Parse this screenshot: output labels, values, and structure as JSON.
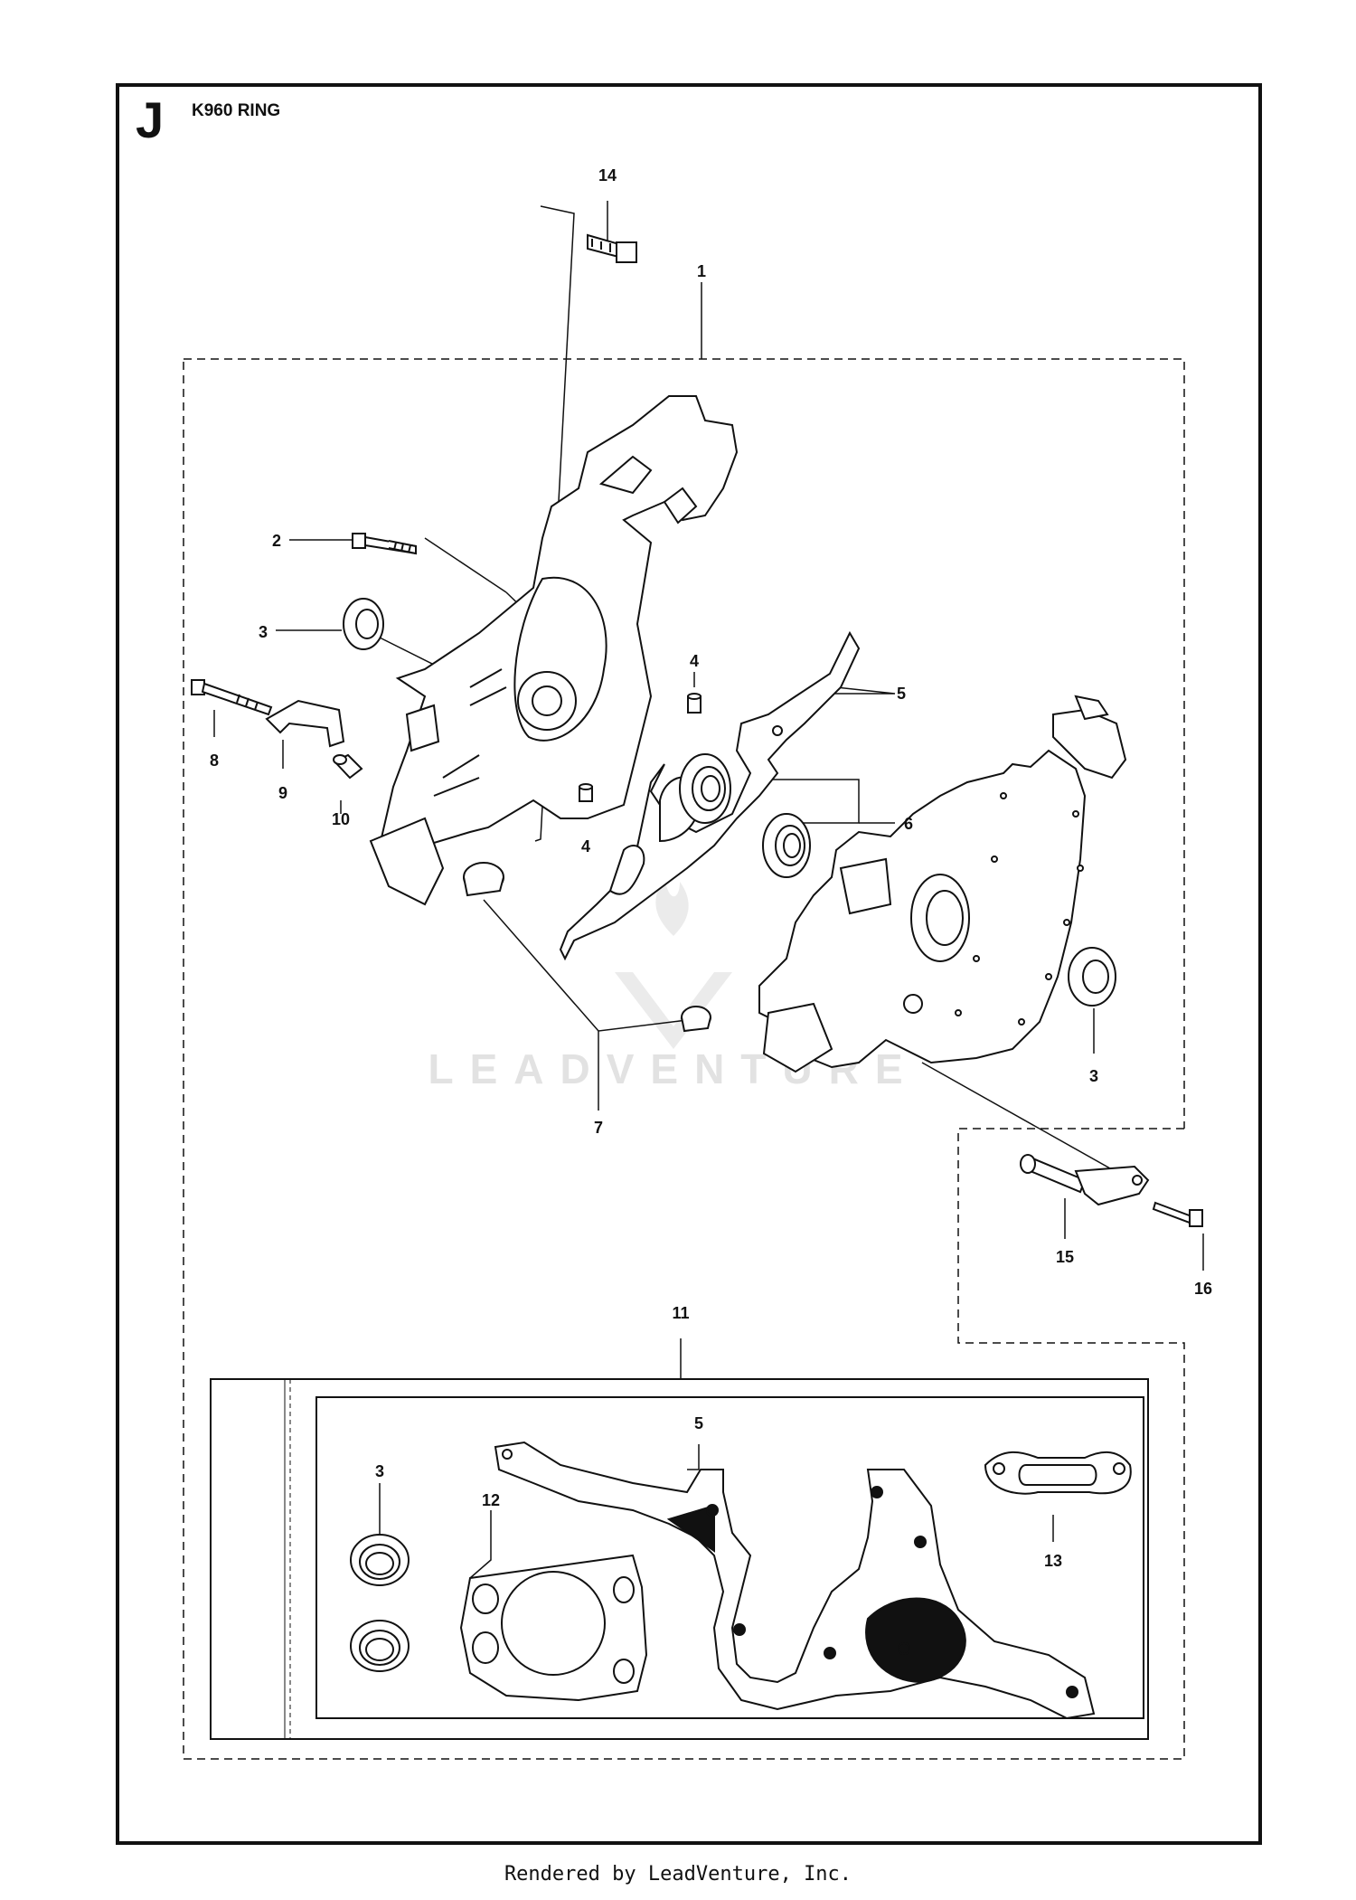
{
  "header": {
    "section_letter": "J",
    "title": "K960 RING"
  },
  "callouts": [
    "14",
    "1",
    "2",
    "3",
    "4",
    "5",
    "8",
    "9",
    "10",
    "4",
    "6",
    "7",
    "3",
    "15",
    "16",
    "11",
    "5",
    "3",
    "12",
    "13"
  ],
  "watermark": "LEADVENTURE",
  "footer": "Rendered by LeadVenture, Inc.",
  "colors": {
    "line": "#111111",
    "watermark": "#dcdcdc"
  }
}
